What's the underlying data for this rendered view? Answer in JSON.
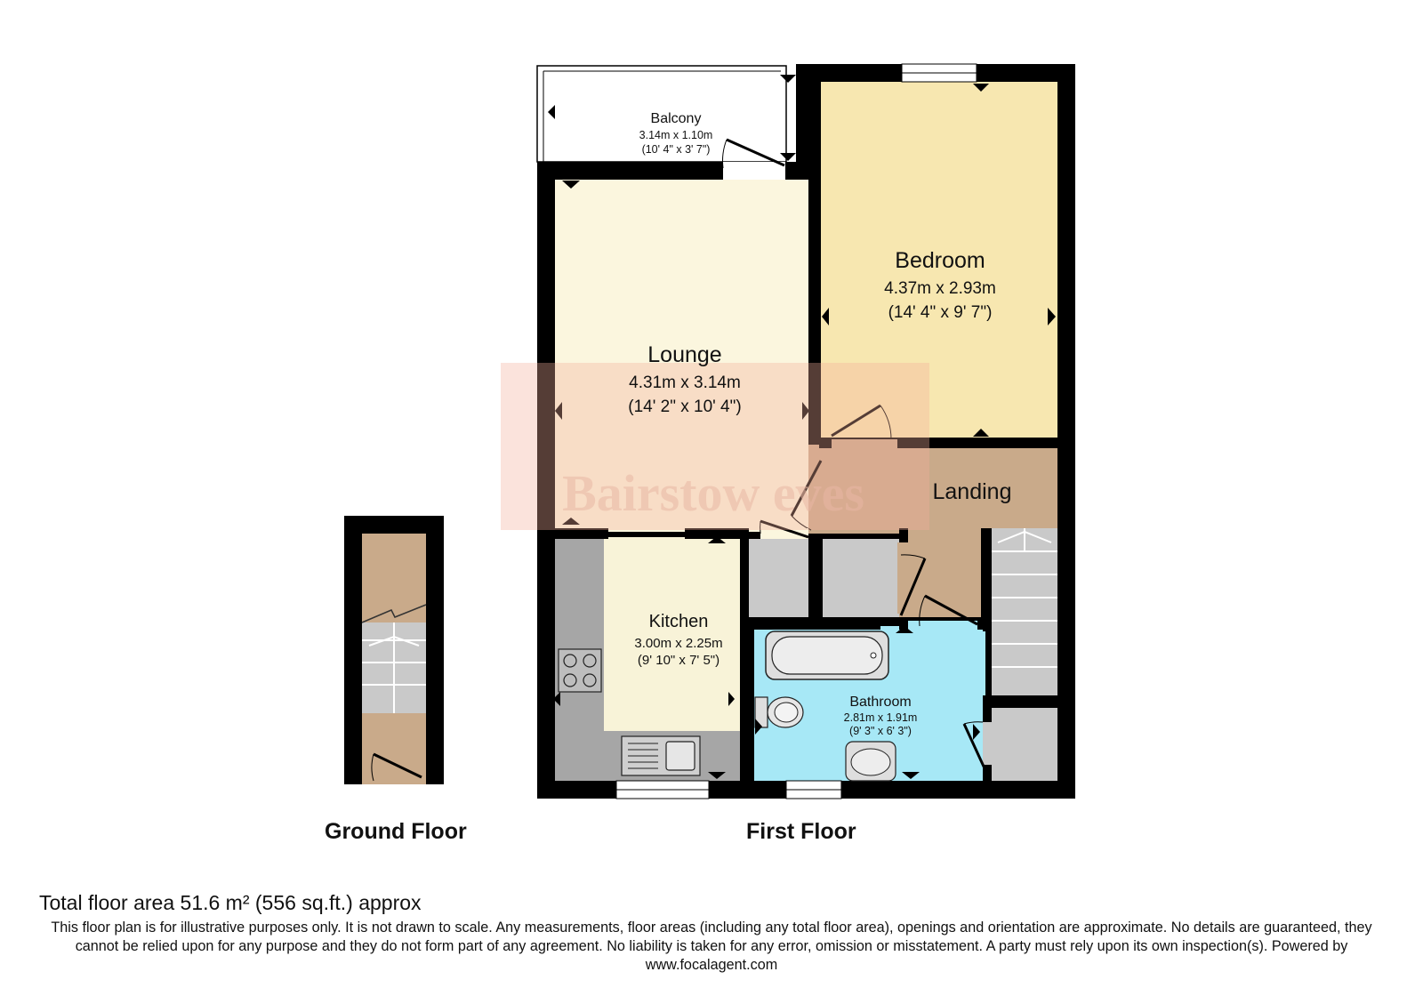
{
  "rooms": {
    "balcony": {
      "name": "Balcony",
      "metric": "3.14m x 1.10m",
      "imperial": "(10' 4\" x 3' 7\")"
    },
    "bedroom": {
      "name": "Bedroom",
      "metric": "4.37m x 2.93m",
      "imperial": "(14' 4\" x 9' 7\")"
    },
    "lounge": {
      "name": "Lounge",
      "metric": "4.31m x 3.14m",
      "imperial": "(14' 2\" x 10' 4\")"
    },
    "landing": {
      "name": "Landing"
    },
    "kitchen": {
      "name": "Kitchen",
      "metric": "3.00m x 2.25m",
      "imperial": "(9' 10\" x 7' 5\")"
    },
    "bathroom": {
      "name": "Bathroom",
      "metric": "2.81m x 1.91m",
      "imperial": "(9' 3\" x 6' 3\")"
    }
  },
  "floors": {
    "ground": "Ground Floor",
    "first": "First Floor"
  },
  "watermark": "Bairstow eves",
  "total_area": "Total floor area 51.6 m² (556 sq.ft.) approx",
  "disclaimer": "This floor plan is for illustrative purposes only. It is not drawn to scale. Any measurements, floor areas (including any total floor area), openings and orientation are approximate. No details are guaranteed, they cannot be relied upon for any purpose and they do not form part of any agreement. No liability is taken for any error, omission or misstatement. A party must rely upon its own inspection(s). Powered by www.focalagent.com",
  "colors": {
    "wall": "#000000",
    "bedroom": "#f7e7b0",
    "lounge": "#fbf6de",
    "kitchen": "#f8f3d8",
    "landing": "#c9aa8a",
    "bathroom": "#a7e8f6",
    "cupboard": "#c9c9c9",
    "counter": "#a6a6a6"
  }
}
